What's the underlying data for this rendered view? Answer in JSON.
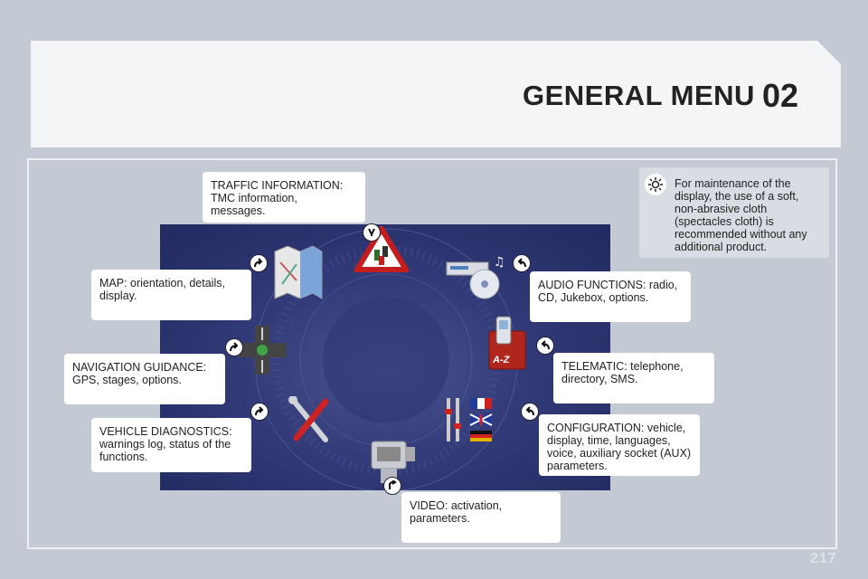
{
  "header": {
    "title": "GENERAL MENU",
    "chapter": "02"
  },
  "note": {
    "icon": "gear-icon",
    "text": "For maintenance of the display, the use of a soft, non-abrasive cloth (spectacles cloth) is recommended without any additional product."
  },
  "menu": {
    "traffic": "TRAFFIC INFORMATION:\nTMC information,\nmessages.",
    "map": "MAP: orientation, details,\ndisplay.",
    "navigation": "NAVIGATION GUIDANCE:\nGPS, stages, options.",
    "diagnostics": "VEHICLE DIAGNOSTICS:\nwarnings log, status of the\nfunctions.",
    "audio": "AUDIO FUNCTIONS: radio,\nCD, Jukebox, options.",
    "telematic": "TELEMATIC: telephone,\ndirectory, SMS.",
    "configuration": "CONFIGURATION: vehicle,\ndisplay, time, languages,\nvoice, auxiliary socket (AUX)\nparameters.",
    "video": "VIDEO: activation,\nparameters."
  },
  "icons": {
    "traffic": "traffic-warning-icon",
    "map": "map-icon",
    "navigation": "crossroads-icon",
    "diagnostics": "tools-icon",
    "audio": "cd-player-icon",
    "telematic": "phone-directory-icon",
    "configuration": "settings-flags-icon",
    "video": "video-camera-icon",
    "az_label": "A-Z"
  },
  "footer": {
    "page": "217"
  },
  "colors": {
    "panel": "#323a78",
    "background": "#c3cad3",
    "callout": "#ffffff"
  }
}
